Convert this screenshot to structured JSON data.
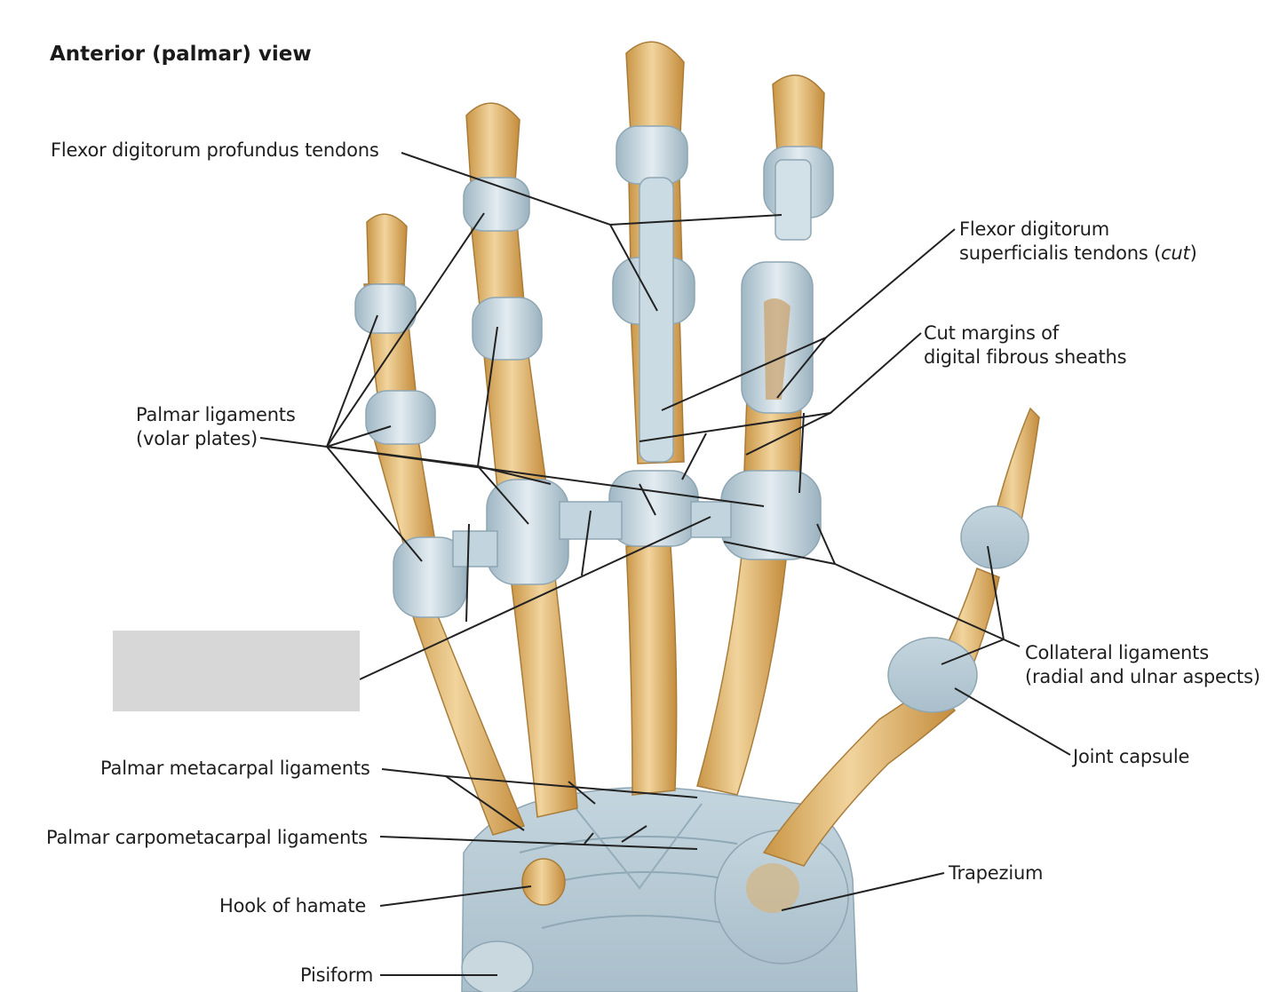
{
  "title": "Anterior (palmar) view",
  "labels": {
    "fdp": "Flexor digitorum profundus tendons",
    "fds_line1": "Flexor digitorum",
    "fds_line2a": "superficialis tendons (",
    "fds_line2b": "cut",
    "fds_line2c": ")",
    "cut_line1": "Cut margins of",
    "cut_line2": "digital fibrous sheaths",
    "palmar_lig_line1": "Palmar ligaments",
    "palmar_lig_line2": "(volar plates)",
    "collateral_line1": "Collateral ligaments",
    "collateral_line2": "(radial and ulnar aspects)",
    "joint_capsule": "Joint capsule",
    "palmar_metacarpal": "Palmar metacarpal ligaments",
    "palmar_cmc": "Palmar carpometacarpal ligaments",
    "hook_hamate": "Hook of hamate",
    "trapezium": "Trapezium",
    "pisiform": "Pisiform"
  },
  "colors": {
    "bone": "#e2b46a",
    "bone_light": "#f2d9a6",
    "ligament": "#b9ccd6",
    "ligament_light": "#dde8ee",
    "leader": "#222222",
    "blank_box": "#d7d7d7"
  }
}
